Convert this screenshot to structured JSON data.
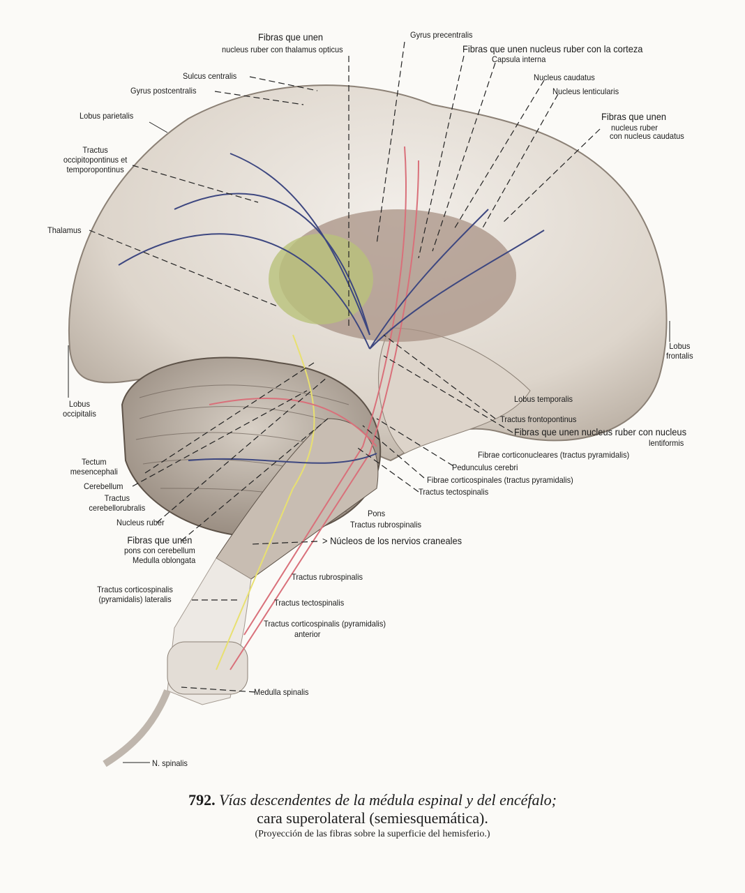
{
  "figure": {
    "number": "792.",
    "title_italic": "Vías descendentes de la médula espinal y del encéfalo;",
    "subtitle": "cara superolateral (semiesquemática).",
    "note": "(Proyección de las fibras sobre la superficie del hemisferio.)"
  },
  "labels": {
    "fibras_thalamus_1": "Fibras que unen",
    "fibras_thalamus_2": "nucleus ruber con thalamus opticus",
    "gyrus_precentralis": "Gyrus precentralis",
    "fibras_corteza": "Fibras que unen nucleus ruber con la corteza",
    "capsula_interna": "Capsula interna",
    "nucleus_caudatus": "Nucleus caudatus",
    "nucleus_lenticularis": "Nucleus lenticularis",
    "fibras_caudatus_1": "Fibras que unen",
    "fibras_caudatus_2": "nucleus ruber",
    "fibras_caudatus_3": "con nucleus caudatus",
    "sulcus_centralis": "Sulcus centralis",
    "gyrus_postcentralis": "Gyrus postcentralis",
    "lobus_parietalis": "Lobus parietalis",
    "tractus_occ_1": "Tractus",
    "tractus_occ_2": "occipitopontinus et",
    "tractus_occ_3": "temporopontinus",
    "thalamus": "Thalamus",
    "lobus_frontalis_1": "Lobus",
    "lobus_frontalis_2": "frontalis",
    "lobus_occipitalis_1": "Lobus",
    "lobus_occipitalis_2": "occipitalis",
    "lobus_temporalis": "Lobus temporalis",
    "tractus_frontopontinus": "Tractus frontopontinus",
    "fibras_lentiformis_1": "Fibras que unen nucleus ruber con nucleus",
    "fibras_lentiformis_2": "lentiformis",
    "fibrae_corticonucleares": "Fibrae corticonucleares (tractus pyramidalis)",
    "pedunculus_cerebri": "Pedunculus cerebri",
    "fibrae_corticospinales": "Fibrae corticospinales (tractus pyramidalis)",
    "tractus_tectospinalis_1": "Tractus tectospinalis",
    "pons": "Pons",
    "tractus_rubrospinalis_1": "Tractus rubrospinalis",
    "nucleos_nervios": "Núcleos de los nervios craneales",
    "tectum_1": "Tectum",
    "tectum_2": "mesencephali",
    "cerebellum": "Cerebellum",
    "tractus_cerebellorubralis_1": "Tractus",
    "tractus_cerebellorubralis_2": "cerebellorubralis",
    "nucleus_ruber": "Nucleus ruber",
    "fibras_pons_1": "Fibras que unen",
    "fibras_pons_2": "pons con cerebellum",
    "medulla_oblongata": "Medulla oblongata",
    "tractus_rubrospinalis_2": "Tractus rubrospinalis",
    "tractus_cs_lat_1": "Tractus corticospinalis",
    "tractus_cs_lat_2": "(pyramidalis) lateralis",
    "tractus_tectospinalis_2": "Tractus tectospinalis",
    "tractus_cs_ant_1": "Tractus corticospinalis (pyramidalis)",
    "tractus_cs_ant_2": "anterior",
    "medulla_spinalis": "Medulla spinalis",
    "n_spinalis": "N. spinalis"
  },
  "colors": {
    "brain": "#e4ddd4",
    "tract_red": "#d9707a",
    "tract_blue": "#3d4780",
    "tract_yellow": "#e8e070",
    "thalamus_green": "#b9c27a"
  }
}
